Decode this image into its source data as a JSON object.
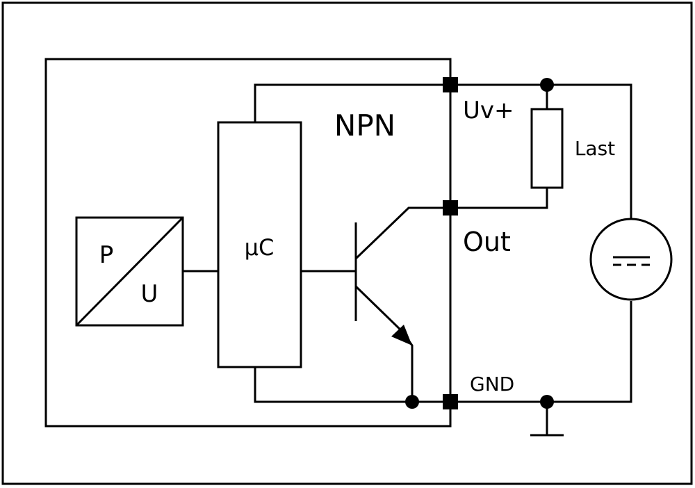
{
  "diagram": {
    "type": "circuit-schematic",
    "title": "NPN",
    "blocks": {
      "transducer_top": "P",
      "transducer_bottom": "U",
      "microcontroller": "µC",
      "load": "Last"
    },
    "terminals": {
      "supply": "Uv+",
      "output": "Out",
      "ground": "GND"
    },
    "source_symbol": "---"
  }
}
